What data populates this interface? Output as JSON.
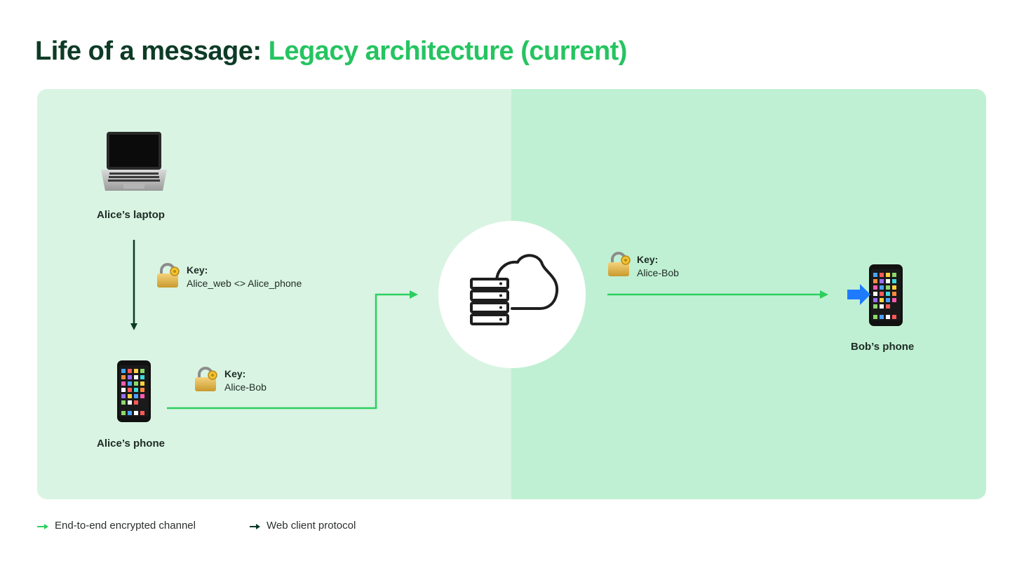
{
  "title": {
    "prefix": "Life of a message:",
    "highlight": "Legacy architecture (current)"
  },
  "nodes": {
    "alice_laptop": "Alice’s laptop",
    "alice_phone": "Alice’s phone",
    "bob_phone": "Bob’s phone"
  },
  "keys": {
    "web_link": {
      "title": "Key:",
      "value": "Alice_web <> Alice_phone"
    },
    "phone_link": {
      "title": "Key:",
      "value": "Alice-Bob"
    },
    "server_link": {
      "title": "Key:",
      "value": "Alice-Bob"
    }
  },
  "legend": {
    "e2e": "End-to-end encrypted channel",
    "web": "Web client protocol"
  },
  "colors": {
    "title_dark": "#0d3b26",
    "accent_green": "#25c460",
    "panel_left": "#d9f4e3",
    "panel_right": "#c0f0d3",
    "arrow_dark": "#0d3b26",
    "arrow_green": "#2ccf5f"
  },
  "icons": [
    "laptop-icon",
    "smartphone-icon",
    "lock-key-icon",
    "server-cloud-icon",
    "incoming-arrow-icon"
  ]
}
